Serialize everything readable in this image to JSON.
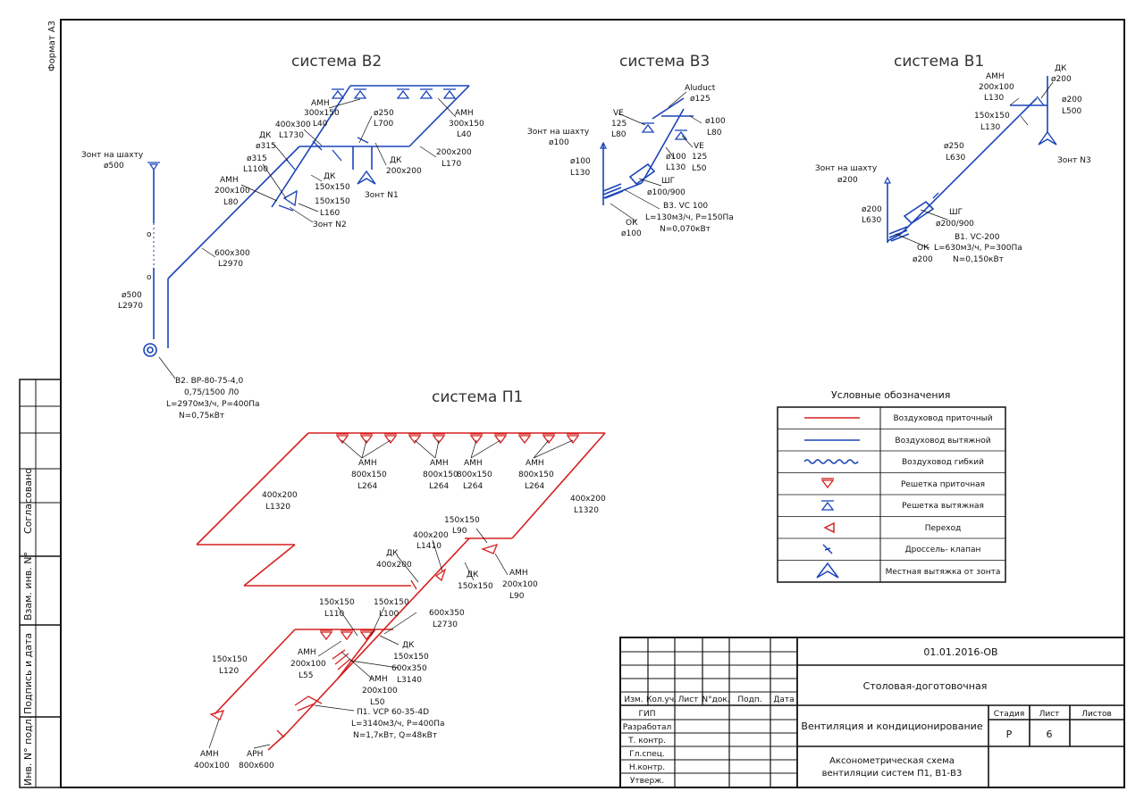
{
  "frame": {
    "format_label": "Формат А3",
    "side_labels": [
      "Согласовано",
      "Взам. инв. N°",
      "Подпись и дата",
      "Инв. N° подл."
    ]
  },
  "systems": {
    "b2": {
      "title": "система В2",
      "labels": {
        "amn_l_1": "АМН",
        "amn_l_2": "300x150",
        "amn_l_3": "L40",
        "amn_r_1": "АМН",
        "amn_r_2": "300x150",
        "amn_r_3": "L40",
        "d400_1": "400x300",
        "d400_2": "L1730",
        "d250_1": "ø250",
        "d250_2": "L700",
        "dk1_1": "ДК",
        "dk1_2": "ø315",
        "d315_1": "ø315",
        "d315_2": "L1100",
        "dk2_1": "ДК",
        "dk2_2": "200x200",
        "d200_1": "200x200",
        "d200_2": "L170",
        "amn2_1": "АМН",
        "amn2_2": "200x100",
        "amn2_3": "L80",
        "dk3_1": "ДК",
        "dk3_2": "150x150",
        "d150_1": "150x150",
        "d150_2": "L160",
        "zont1": "Зонт N1",
        "zont2": "Зонт N2",
        "zshaft_1": "Зонт на шахту",
        "zshaft_2": "ø500",
        "d600_1": "600x300",
        "d600_2": "L2970",
        "d500_1": "ø500",
        "d500_2": "L2970",
        "fan_1": "В2. ВР-80-75-4,0",
        "fan_2": "0,75/1500 Л0",
        "fan_3": "L=2970м3/ч, P=400Па",
        "fan_4": "N=0,75кВт",
        "small_o1": "о",
        "small_o2": "о"
      }
    },
    "b3": {
      "title": "система В3",
      "labels": {
        "aluduct_1": "Aluduct",
        "aluduct_2": "ø125",
        "ve1_1": "VE",
        "ve1_2": "125",
        "ve1_3": "L80",
        "d100a_1": "ø100",
        "d100a_2": "L80",
        "zshaft_1": "Зонт на шахту",
        "zshaft_2": "ø100",
        "d100b_1": "ø100",
        "d100b_2": "L130",
        "d100c_1": "ø100",
        "d100c_2": "L130",
        "ve2_1": "VE",
        "ve2_2": "125",
        "ve2_3": "L50",
        "shg_1": "ШГ",
        "shg_2": "ø100/900",
        "fan_1": "В3. VC 100",
        "fan_2": "L=130м3/ч, P=150Па",
        "fan_3": "N=0,070кВт",
        "ok_1": "ОК",
        "ok_2": "ø100"
      }
    },
    "b1": {
      "title": "система В1",
      "labels": {
        "amn_1": "АМН",
        "amn_2": "200x100",
        "amn_3": "L130",
        "dk_1": "ДК",
        "dk_2": "ø200",
        "d200_1": "ø200",
        "d200_2": "L500",
        "d150_1": "150x150",
        "d150_2": "L130",
        "zont3": "Зонт N3",
        "d250_1": "ø250",
        "d250_2": "L630",
        "zshaft_1": "Зонт на шахту",
        "zshaft_2": "ø200",
        "d200b_1": "ø200",
        "d200b_2": "L630",
        "shg_1": "ШГ",
        "shg_2": "ø200/900",
        "fan_1": "В1. VC-200",
        "fan_2": "L=630м3/ч, P=300Па",
        "fan_3": "N=0,150кВт",
        "ok_1": "ОК",
        "ok_2": "ø200"
      }
    },
    "p1": {
      "title": "система П1",
      "labels": {
        "amn1_1": "АМН",
        "amn1_2": "800x150",
        "amn1_3": "L264",
        "amn2_1": "АМН",
        "amn2_2": "800x150",
        "amn2_3": "L264",
        "amn3_1": "АМН",
        "amn3_2": "800x150",
        "amn3_3": "L264",
        "amn4_1": "АМН",
        "amn4_2": "800x150",
        "amn4_3": "L264",
        "d400l_1": "400x200",
        "d400l_2": "L1320",
        "d400r_1": "400x200",
        "d400r_2": "L1320",
        "d150a_1": "150x150",
        "d150a_2": "L90",
        "d400m_1": "400x200",
        "d400m_2": "L1410",
        "dk1_1": "ДК",
        "dk1_2": "400x200",
        "amn5_1": "АМН",
        "amn5_2": "200x100",
        "amn5_3": "L90",
        "dk2_1": "ДК",
        "dk2_2": "150x150",
        "d600a_1": "600x350",
        "d600a_2": "L2730",
        "d150b_1": "150x150",
        "d150b_2": "L110",
        "d150c_1": "150x150",
        "d150c_2": "L100",
        "amn6_1": "АМН",
        "amn6_2": "200x100",
        "amn6_3": "L55",
        "dk3_1": "ДК",
        "dk3_2": "150x150",
        "d600b_1": "600x350",
        "d600b_2": "L3140",
        "amn7_1": "АМН",
        "amn7_2": "200x100",
        "amn7_3": "L50",
        "d150d_1": "150x150",
        "d150d_2": "L120",
        "fan_1": "П1. VCP 60-35-4D",
        "fan_2": "L=3140м3/ч, P=400Па",
        "fan_3": "N=1,7кВт, Q=48кВт",
        "amn8_1": "АМН",
        "amn8_2": "400x100",
        "arn_1": "АРН",
        "arn_2": "800x600"
      }
    }
  },
  "legend": {
    "title": "Условные обозначения",
    "rows": [
      {
        "symbol": "supply-duct",
        "label": "Воздуховод приточный"
      },
      {
        "symbol": "exhaust-duct",
        "label": "Воздуховод вытяжной"
      },
      {
        "symbol": "flex-duct",
        "label": "Воздуховод гибкий"
      },
      {
        "symbol": "supply-grille",
        "label": "Решетка приточная"
      },
      {
        "symbol": "exhaust-grille",
        "label": "Решетка вытяжная"
      },
      {
        "symbol": "transition",
        "label": "Переход"
      },
      {
        "symbol": "damper",
        "label": "Дроссель- клапан"
      },
      {
        "symbol": "hood",
        "label": "Местная вытяжка от зонта"
      }
    ]
  },
  "stamp": {
    "doc_code": "01.01.2016-ОВ",
    "object": "Столовая-доготовочная",
    "section": "Вентиляция и кондиционирование",
    "sheet_title_1": "Аксонометрическая схема",
    "sheet_title_2": "вентиляции систем П1, В1-В3",
    "hdr_izm": "Изм.",
    "hdr_koluch": "Кол.уч.",
    "hdr_list": "Лист",
    "hdr_ndok": "N°док.",
    "hdr_podp": "Подп.",
    "hdr_data": "Дата",
    "roles": [
      "ГИП",
      "Разработал",
      "Т. контр.",
      "Гл.спец.",
      "Н.контр.",
      "Утверж."
    ],
    "stage_hdr": "Стадия",
    "sheet_hdr": "Лист",
    "sheets_hdr": "Листов",
    "stage": "Р",
    "sheet": "6",
    "sheets": ""
  },
  "colors": {
    "supply": "#d62020",
    "exhaust": "#1a44b8",
    "line": "#111111"
  }
}
